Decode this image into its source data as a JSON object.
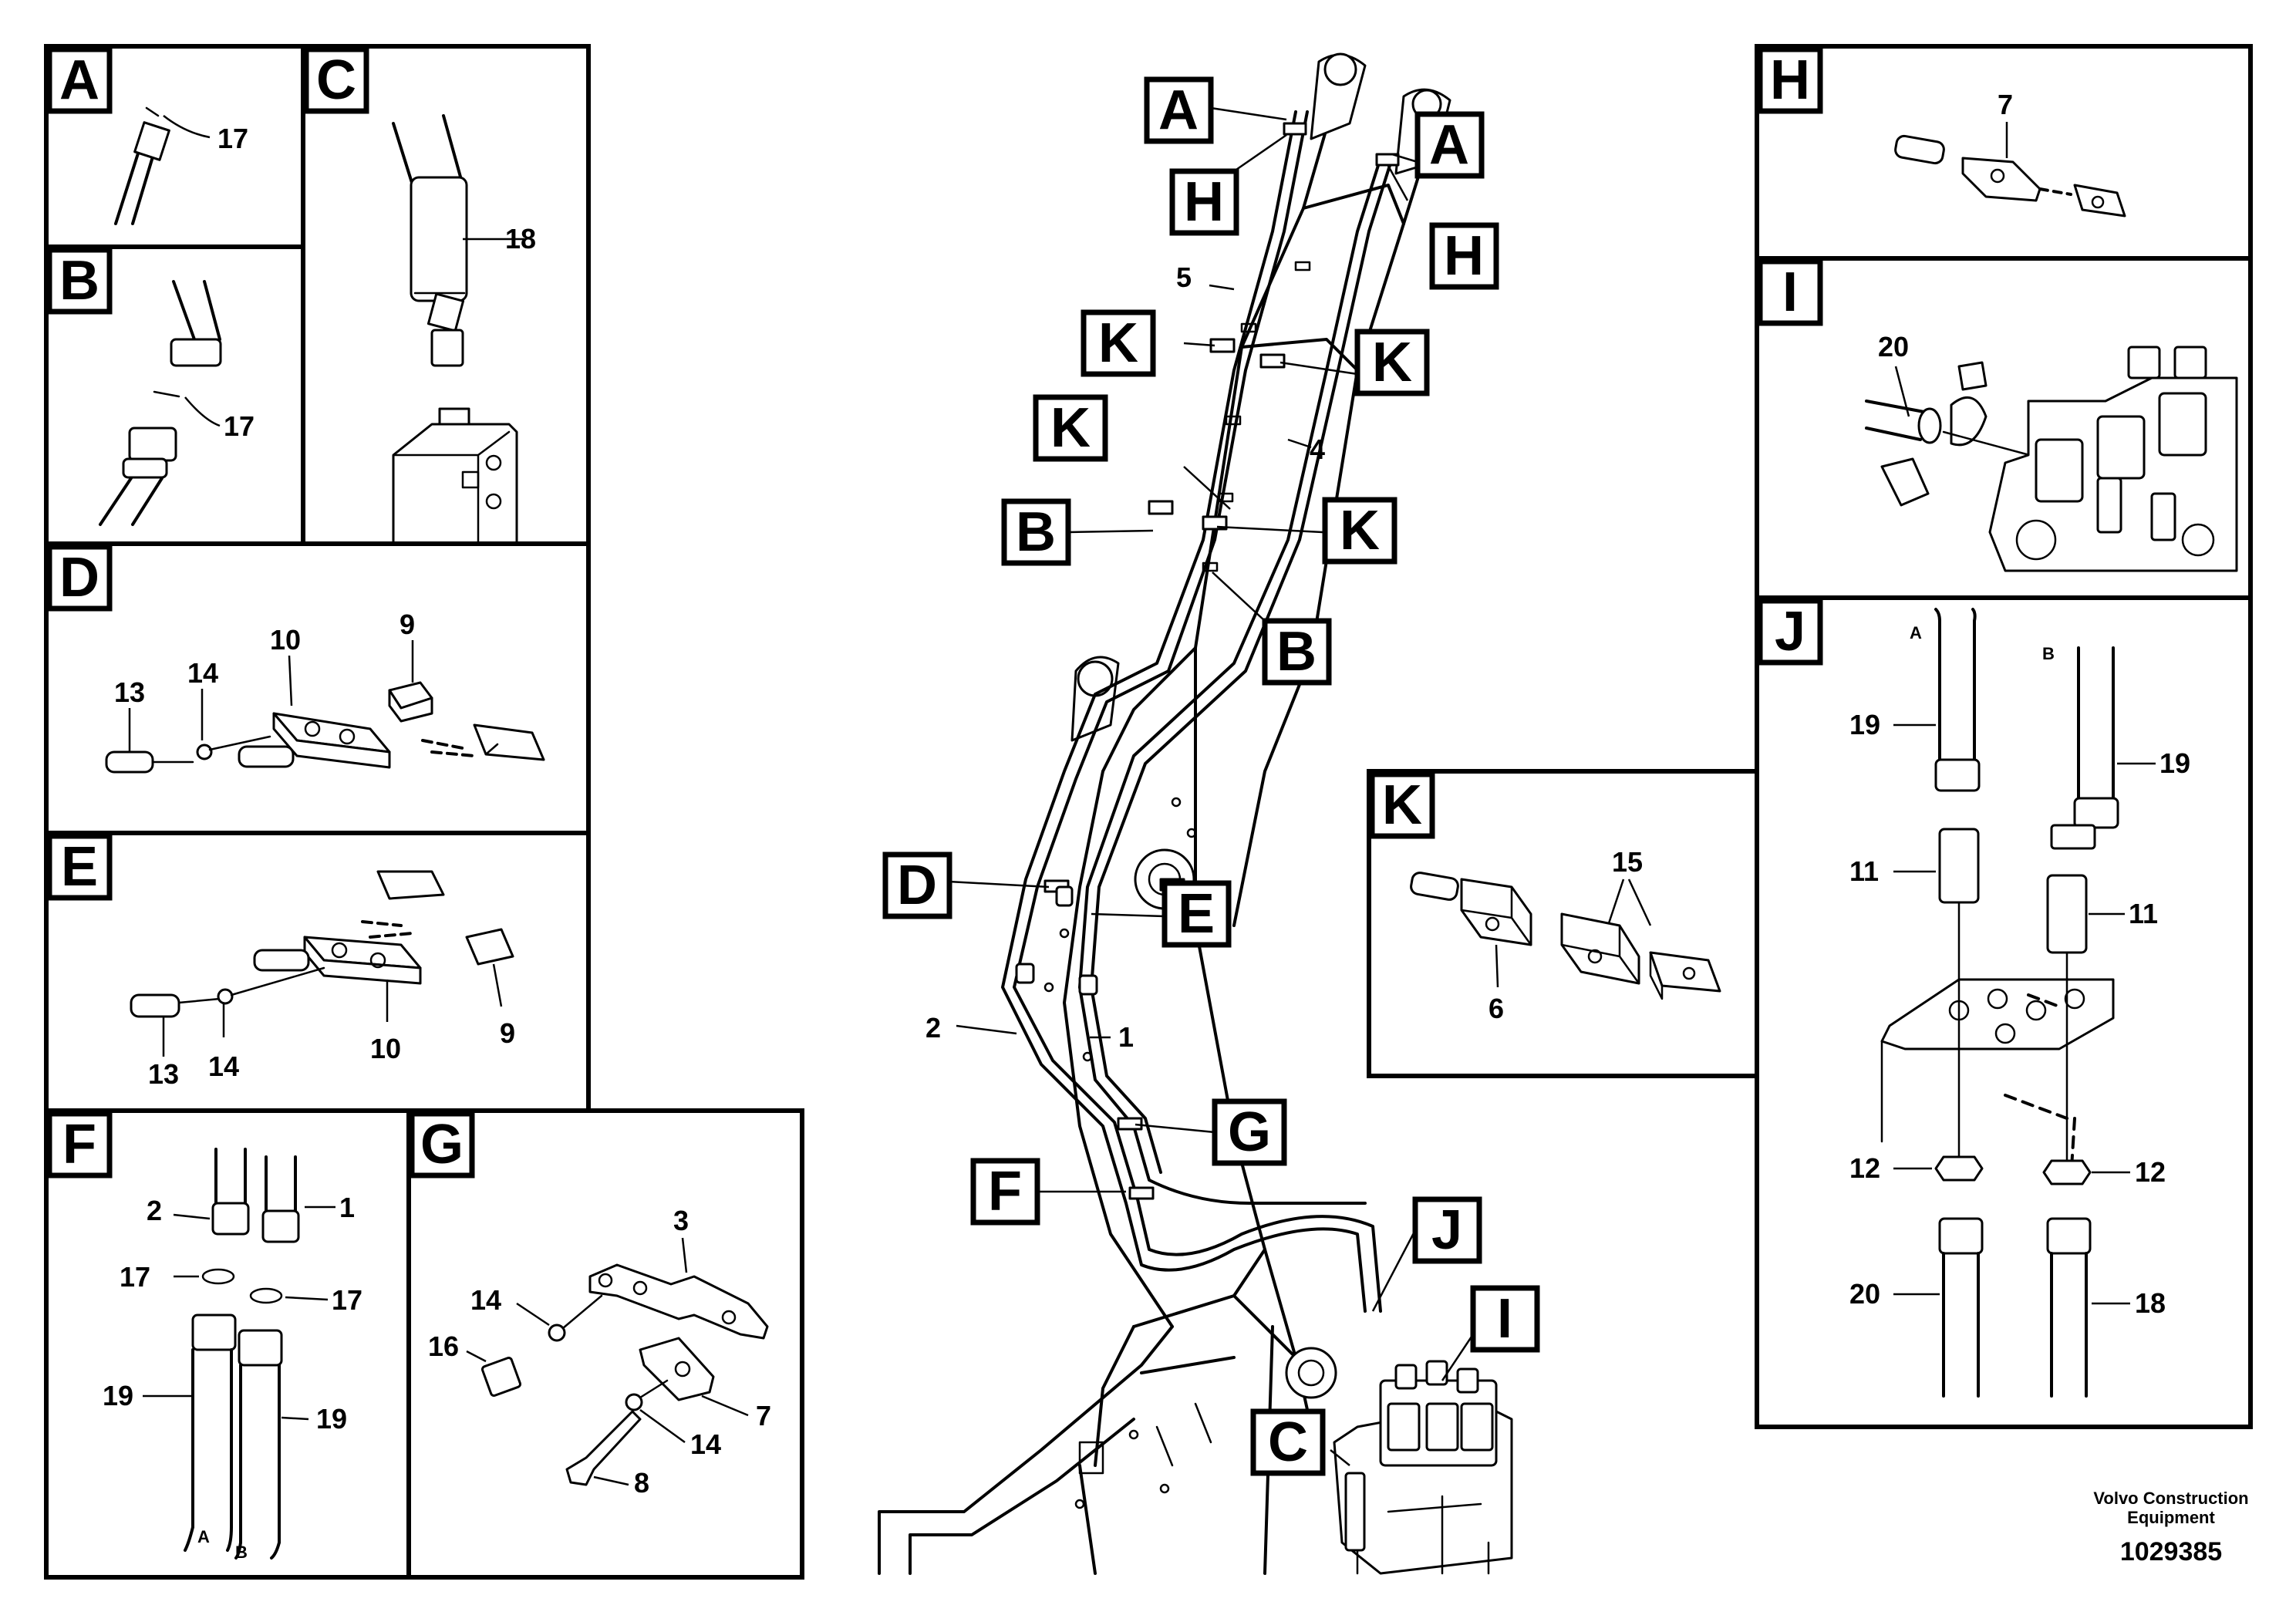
{
  "panels": {
    "A": {
      "letter": "A",
      "callouts": [
        "17"
      ]
    },
    "B": {
      "letter": "B",
      "callouts": [
        "17"
      ]
    },
    "C": {
      "letter": "C",
      "callouts": [
        "18"
      ]
    },
    "D": {
      "letter": "D",
      "callouts": [
        "13",
        "14",
        "10",
        "9"
      ]
    },
    "E": {
      "letter": "E",
      "callouts": [
        "13",
        "14",
        "10",
        "9"
      ]
    },
    "F": {
      "letter": "F",
      "callouts": [
        "2",
        "1",
        "17",
        "17",
        "19",
        "19"
      ],
      "ends": [
        "A",
        "B"
      ]
    },
    "G": {
      "letter": "G",
      "callouts": [
        "3",
        "14",
        "16",
        "7",
        "14",
        "8"
      ]
    },
    "H": {
      "letter": "H",
      "callouts": [
        "7"
      ]
    },
    "I": {
      "letter": "I",
      "callouts": [
        "20"
      ]
    },
    "J": {
      "letter": "J",
      "callouts": [
        "19",
        "19",
        "11",
        "11",
        "12",
        "12",
        "20",
        "18"
      ],
      "ends": [
        "A",
        "B"
      ]
    },
    "K": {
      "letter": "K",
      "callouts": [
        "15",
        "6"
      ]
    }
  },
  "main": {
    "tags": [
      "A",
      "A",
      "H",
      "H",
      "K",
      "K",
      "K",
      "K",
      "B",
      "B",
      "D",
      "E",
      "G",
      "F",
      "J",
      "I",
      "C"
    ],
    "callouts": [
      "5",
      "4",
      "2",
      "1"
    ]
  },
  "footer": {
    "company_line1": "Volvo Construction",
    "company_line2": "Equipment",
    "doc_number": "1029385"
  }
}
